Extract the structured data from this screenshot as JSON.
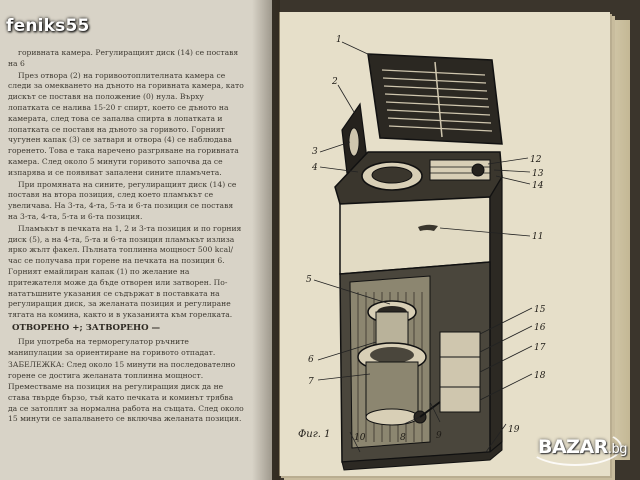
{
  "watermark": {
    "text": "feniks55"
  },
  "site_logo": {
    "text": "BAZAR",
    "tld": ".bg"
  },
  "left_page": {
    "paragraphs": [
      "горивната камера. Регулиращият диск (14) се поставя на 6",
      "През отвора (2) на горивоотоплителната камера се следи за омекването на дъното на горивната камера, като дискът се поставя на положение (0) нула. Върху лопатката се налива 15-20 г спирт, което се дъното на камерата, след това се запалва спирта в лопатката и лопатката се поставя на дъното за горивото. Горният чугунен капак (3) се затваря и отвора (4) се наблюдава горенето. Това е така наречено разгряване на горивната камера. След около 5 минути горивото започва да се изпарява и се появяват запалени сините пламъчета.",
      "При промяната на сините, регулиращият диск (14) се поставя на втора позиция, след което пламъкът се увеличава. На 3-та, 4-та, 5-та и 6-та позиция се поставя на 3-та, 4-та, 5-та и 6-та позиция.",
      "Пламъкът в печката на 1, 2 и 3-та позиция и по горния диск (5), а на 4-та, 5-та и 6-та позиция пламъкът излиза ярко жълт факел. Пълната топлинна мощност 500 kcal/час се получава при горене на печката на позиция 6. Горният емайлиран капак (1) по желание на притежателя може да бъде отворен или затворен. По-нататъшните указания се съдържат в поставката на регулиращия диск, за желаната позиция и регулиране тягата на комина, както и в указанията към горелката.",
      "ОТВОРЕНО +; ЗАТВОРЕНО —",
      "При употреба на терморегулатор ръчните манипулации за ориентиране на горивото отпадат.",
      "ЗАБЕЛЕЖКА: След около 15 минути на последователно горене се достига желаната топлинна мощност. Преместваме на позиция на регулиращия диск да не става твърде бързо, тъй като печката и коминът трябва да се затоплят за нормална работа на същата. След около 15 минути се запалването се включва желаната позиция."
    ]
  },
  "figure": {
    "caption": "Фиг. 1",
    "labels": [
      "1",
      "2",
      "3",
      "4",
      "5",
      "6",
      "7",
      "8",
      "9",
      "10",
      "11",
      "12",
      "13",
      "14",
      "15",
      "16",
      "17",
      "18",
      "19"
    ]
  }
}
